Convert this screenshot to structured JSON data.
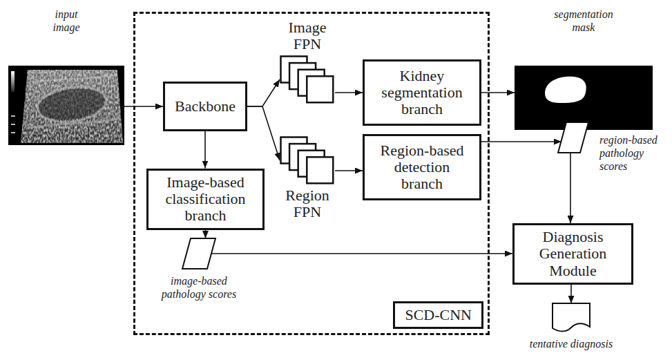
{
  "diagram": {
    "nodes": [
      {
        "text": [
          "input image"
        ]
      },
      {
        "text": [
          "SCD-CNN"
        ]
      },
      {
        "text": [
          "Backbone"
        ],
        "in": 1
      },
      {
        "text": [
          "Image FPN"
        ],
        "in": 1
      },
      {
        "text": [
          "Kidney segmentation branch"
        ],
        "in": 1
      },
      {
        "text": [
          "Region FPN"
        ],
        "in": 1
      },
      {
        "text": [
          "Region-based detection branch"
        ],
        "in": 1
      },
      {
        "text": [
          "Image-based classification branch"
        ],
        "in": 1
      },
      {
        "text": [
          "image-based pathology scores"
        ],
        "in": 1
      },
      {
        "text": [
          "segmentation mask"
        ]
      },
      {
        "text": [
          "region-based pathology scores"
        ]
      },
      {
        "text": [
          "Diagnosis Generation Module"
        ]
      },
      {
        "text": [
          "tentative diagnosis"
        ]
      }
    ],
    "edges": [
      {
        "from": 0,
        "to": 2,
        "arrow": "to"
      },
      {
        "from": 2,
        "to": 3,
        "arrow": "to"
      },
      {
        "from": 2,
        "to": 5,
        "arrow": "to"
      },
      {
        "from": 3,
        "to": 4,
        "arrow": "to"
      },
      {
        "from": 5,
        "to": 6,
        "arrow": "to"
      },
      {
        "from": 2,
        "to": 7,
        "arrow": "to"
      },
      {
        "from": 7,
        "to": 8,
        "arrow": "to"
      },
      {
        "from": 4,
        "to": 9,
        "arrow": "to"
      },
      {
        "from": 6,
        "to": 10,
        "arrow": "to"
      },
      {
        "from": 8,
        "to": 11,
        "arrow": "to"
      },
      {
        "from": 10,
        "to": 11,
        "arrow": "to"
      },
      {
        "from": 11,
        "to": 12,
        "arrow": "to"
      }
    ]
  }
}
